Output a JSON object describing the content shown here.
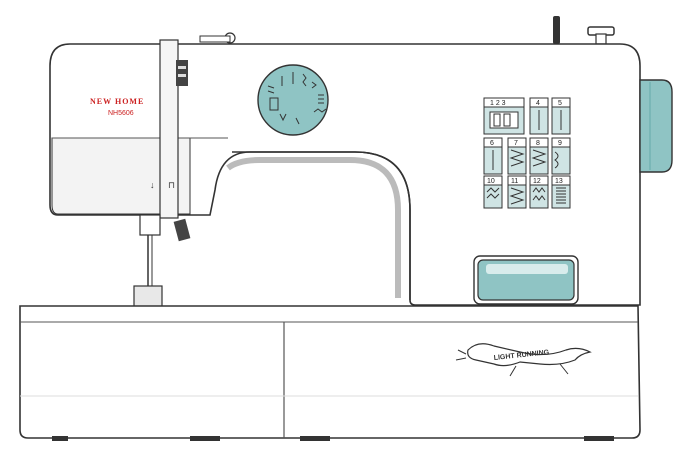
{
  "brand": {
    "name": "NEW HOME",
    "model": "NH5606",
    "slogan": "LIGHT RUNNING"
  },
  "colors": {
    "accent": "#8fc4c4",
    "brand_red": "#cc2222",
    "outline": "#333333",
    "body": "#ffffff",
    "shade": "#e6e6e6"
  },
  "stitch_panel": {
    "row1": [
      "1 2 3",
      "4",
      "5"
    ],
    "row2": [
      "6",
      "7",
      "8",
      "9"
    ],
    "row3": [
      "10",
      "11",
      "12",
      "13"
    ]
  },
  "dial": {
    "icons": [
      "straight-stitch-icon",
      "zigzag-stitch-icon",
      "buttonhole-icon",
      "stretch-stitch-icon"
    ]
  }
}
